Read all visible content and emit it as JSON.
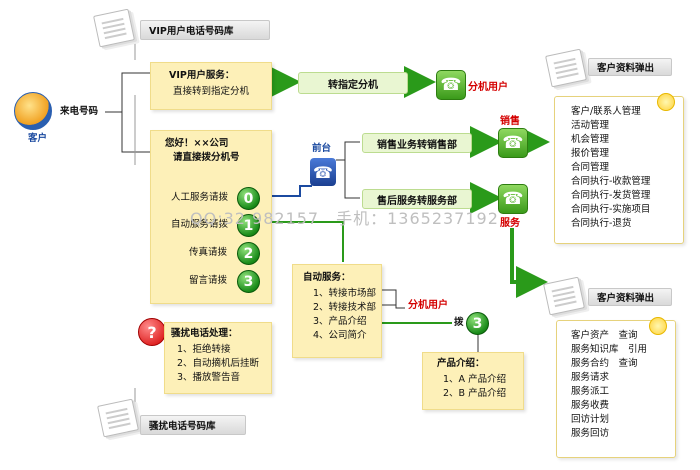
{
  "vip_db_label": "VIP用户电话号码库",
  "harass_db_label": "骚扰电话号码库",
  "customer_label": "客户",
  "caller_id_label": "来电号码",
  "vip_service": {
    "title": "VIP用户服务：",
    "desc": "直接转到指定分机"
  },
  "transfer_ext_label": "转指定分机",
  "ext_user_label": "分机用户",
  "greeting": {
    "line1": "您好！××公司",
    "line2": "请直接拨分机号"
  },
  "menu": {
    "items": [
      {
        "label": "人工服务请拨",
        "num": "0"
      },
      {
        "label": "自动服务请拨",
        "num": "1"
      },
      {
        "label": "传真请拨",
        "num": "2"
      },
      {
        "label": "留言请拨",
        "num": "3"
      }
    ]
  },
  "front_desk_label": "前台",
  "sales_transfer_label": "销售业务转销售部",
  "aftersales_transfer_label": "售后服务转服务部",
  "sales_label": "销售",
  "service_label": "服务",
  "popup_label_top": "客户资料弹出",
  "popup_label_bottom": "客户资料弹出",
  "sales_list": [
    "客户/联系人管理",
    "活动管理",
    "机会管理",
    "报价管理",
    "合同管理",
    "合同执行-收款管理",
    "合同执行-发货管理",
    "合同执行-实施项目",
    "合同执行-退货"
  ],
  "service_list": [
    "客户资产　查询",
    "服务知识库　引用",
    "服务合约　查询",
    "服务请求",
    "服务派工",
    "服务收费",
    "回访计划",
    "服务回访"
  ],
  "auto_service": {
    "title": "自动服务：",
    "items": [
      "1、转接市场部",
      "2、转接技术部",
      "3、产品介绍",
      "4、公司简介"
    ]
  },
  "auto_ext_label": "分机用户",
  "dial_label": "拨",
  "dial_num": "3",
  "product_intro": {
    "title": "产品介绍：",
    "items": [
      "1、A 产品介绍",
      "2、B 产品介绍"
    ]
  },
  "harass_handling": {
    "title": "骚扰电话处理：",
    "items": [
      "1、拒绝转接",
      "2、自动摘机后挂断",
      "3、播放警告音"
    ]
  },
  "watermark": "QQ:32  982157　手机：1365237192"
}
